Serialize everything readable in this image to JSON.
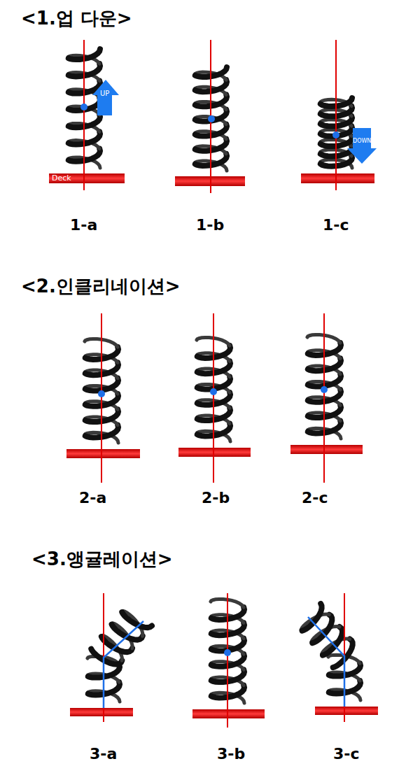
{
  "diagram": {
    "labels": [
      "<1.업 다운>",
      "UP",
      "Deck",
      "DOWN",
      "1-a",
      "1-b",
      "1-c",
      "<2.인클리네이션>",
      "2-a",
      "2-b",
      "2-c",
      "<3.앵귤레이션>",
      "3-a",
      "3-b",
      "3-c"
    ]
  }
}
